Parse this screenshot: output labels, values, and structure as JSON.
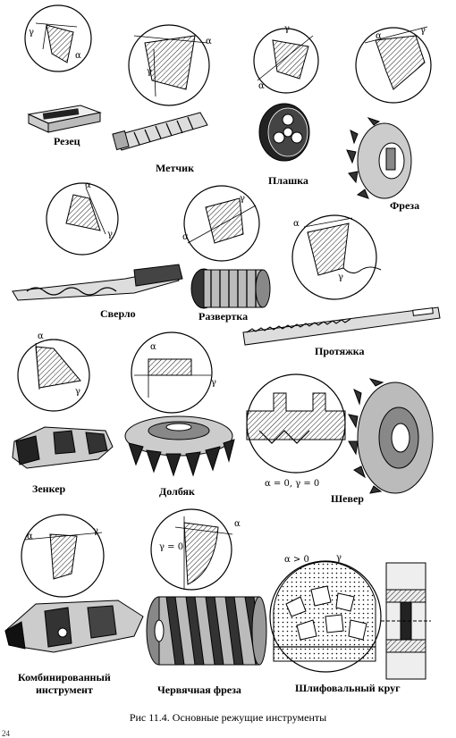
{
  "labels": {
    "rezets": "Резец",
    "metchik": "Метчик",
    "plashka": "Плашка",
    "freza": "Фреза",
    "sverlo": "Сверло",
    "razvertka": "Развертка",
    "protyazhka": "Протяжка",
    "zenker": "Зенкер",
    "dolbyak": "Долбяк",
    "shever": "Шевер",
    "kombinirovanny_1": "Комбинированный",
    "kombinirovanny_2": "инструмент",
    "chervyachnaya_freza": "Червячная фреза",
    "shlifovalny_krug": "Шлифовальный круг"
  },
  "symbols": {
    "alpha": "α",
    "gamma": "γ",
    "shever_angles": "α = 0,  γ = 0",
    "chervyak_gamma": "γ = 0",
    "krug_alpha": "α > 0"
  },
  "caption": "Рис 11.4. Основные режущие инструменты",
  "page_number": "24"
}
